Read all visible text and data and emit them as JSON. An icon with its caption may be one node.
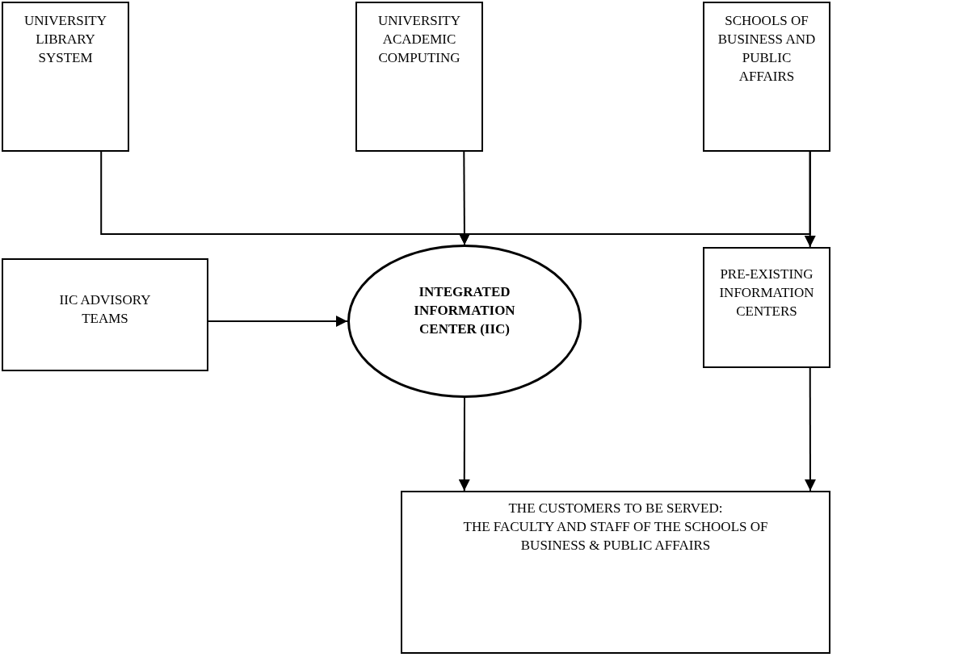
{
  "diagram": {
    "nodes": [
      {
        "text": [
          "UNIVERSITY LIBRARY SYSTEM"
        ]
      },
      {
        "text": [
          "UNIVERSITY ACADEMIC COMPUTING"
        ]
      },
      {
        "text": [
          "SCHOOLS OF BUSINESS AND PUBLIC AFFAIRS"
        ]
      },
      {
        "text": [
          "IIC ADVISORY TEAMS"
        ]
      },
      {
        "text": [
          "INTEGRATED INFORMATION CENTER (IIC)"
        ]
      },
      {
        "text": [
          "PRE-EXISTING INFORMATION CENTERS"
        ]
      },
      {
        "text": [
          "THE CUSTOMERS TO BE SERVED:",
          "THE FACULTY AND STAFF OF THE SCHOOLS OF BUSINESS & PUBLIC AFFAIRS"
        ]
      }
    ],
    "edges": [
      {
        "from": 0,
        "to": 4,
        "arrow": "to"
      },
      {
        "from": 1,
        "to": 4,
        "arrow": "to"
      },
      {
        "from": 2,
        "to": 4,
        "arrow": "to"
      },
      {
        "from": 2,
        "to": 5,
        "arrow": "to"
      },
      {
        "from": 3,
        "to": 4,
        "arrow": "to"
      },
      {
        "from": 4,
        "to": 6,
        "arrow": "to"
      },
      {
        "from": 5,
        "to": 6,
        "arrow": "to"
      }
    ]
  }
}
